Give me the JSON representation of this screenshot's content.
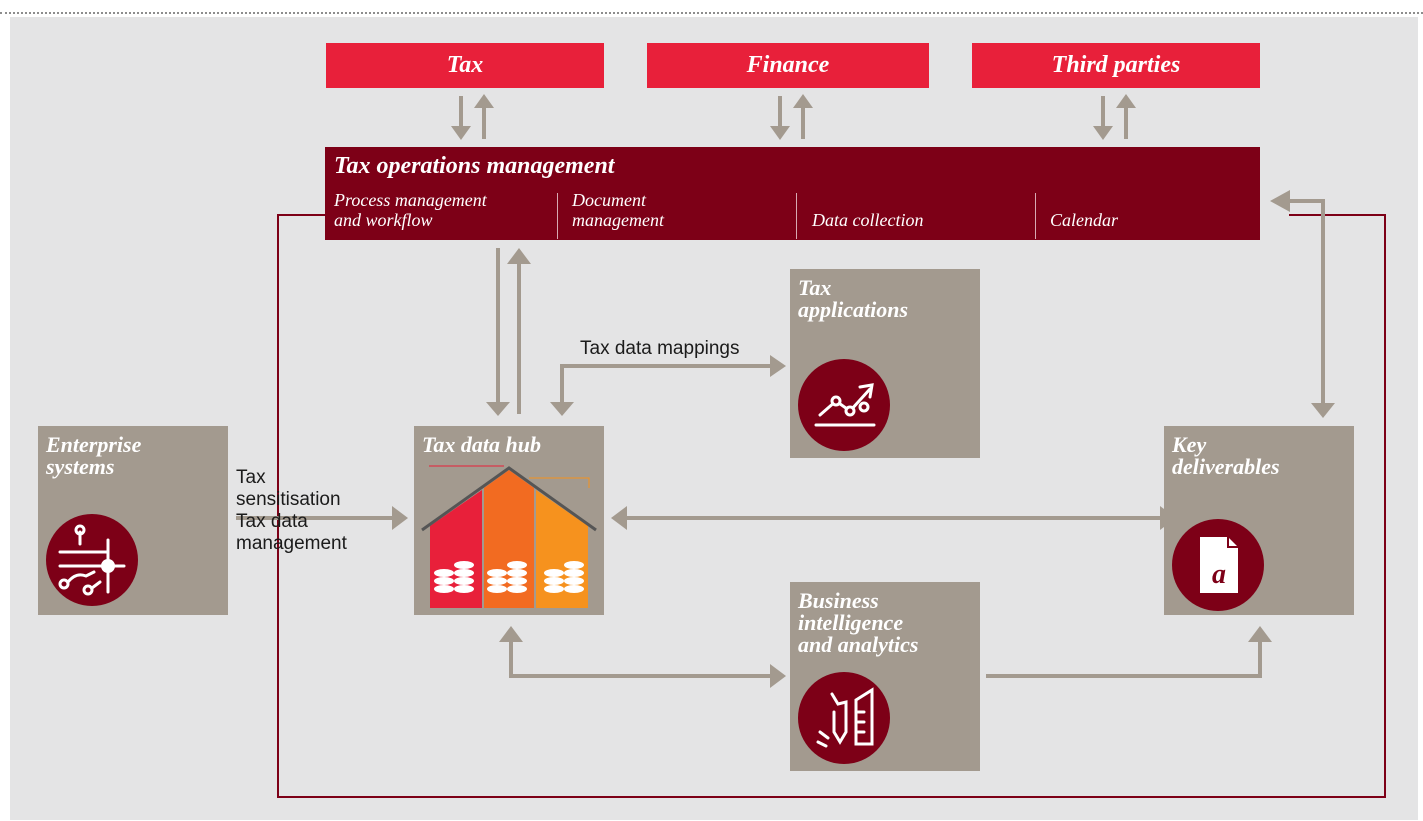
{
  "sources": {
    "tax": "Tax",
    "finance": "Finance",
    "third_parties": "Third parties"
  },
  "tax_operations": {
    "title": "Tax operations management",
    "items": [
      "Process management\nand workflow",
      "Document\nmanagement",
      "Data collection",
      "Calendar"
    ]
  },
  "boxes": {
    "enterprise_systems": "Enterprise\nsystems",
    "tax_data_hub": "Tax data hub",
    "tax_applications": "Tax\napplications",
    "business_intelligence": "Business\nintelligence\nand analytics",
    "key_deliverables": "Key\ndeliverables"
  },
  "flows": {
    "enterprise_to_hub": "Tax\nsensitisation\nTax data\nmanagement",
    "hub_to_applications": "Tax data mappings"
  },
  "colors": {
    "red": "#e8203a",
    "dark_red": "#7d0017",
    "box_grey": "#a39a8f",
    "arrow": "#a39a8f",
    "background": "#e4e4e5"
  },
  "icons": {
    "enterprise_systems": "circuit-icon",
    "tax_applications": "trend-chart-icon",
    "business_intelligence": "tools-ruler-icon",
    "key_deliverables": "document-a-icon",
    "tax_data_hub": "house-coins-icon"
  }
}
